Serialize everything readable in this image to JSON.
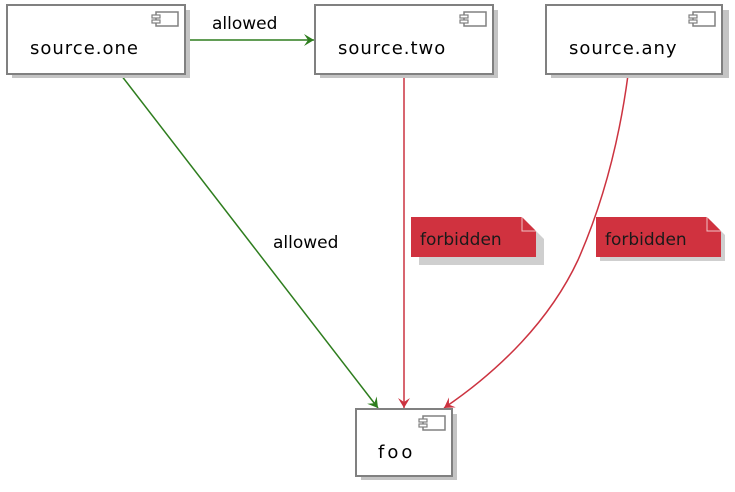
{
  "components": {
    "source_one": {
      "label": "source.one",
      "icon": "component-icon"
    },
    "source_two": {
      "label": "source.two",
      "icon": "component-icon"
    },
    "source_any": {
      "label": "source.any",
      "icon": "component-icon"
    },
    "foo": {
      "label": "foo",
      "icon": "component-icon"
    }
  },
  "edges": {
    "one_to_two": {
      "from": "source.one",
      "to": "source.two",
      "label": "allowed",
      "status": "allowed"
    },
    "one_to_foo": {
      "from": "source.one",
      "to": "foo",
      "label": "allowed",
      "status": "allowed"
    },
    "two_to_foo": {
      "from": "source.two",
      "to": "foo",
      "status": "forbidden"
    },
    "any_to_foo": {
      "from": "source.any",
      "to": "foo",
      "status": "forbidden"
    }
  },
  "notes": {
    "two_to_foo": {
      "label": "forbidden"
    },
    "any_to_foo": {
      "label": "forbidden"
    }
  },
  "colors": {
    "allowed": "#2e7d1e",
    "forbidden": "#cc3340",
    "note_fill": "#d0323f",
    "box_border": "#808080",
    "box_shadow": "#c4c4c4"
  }
}
